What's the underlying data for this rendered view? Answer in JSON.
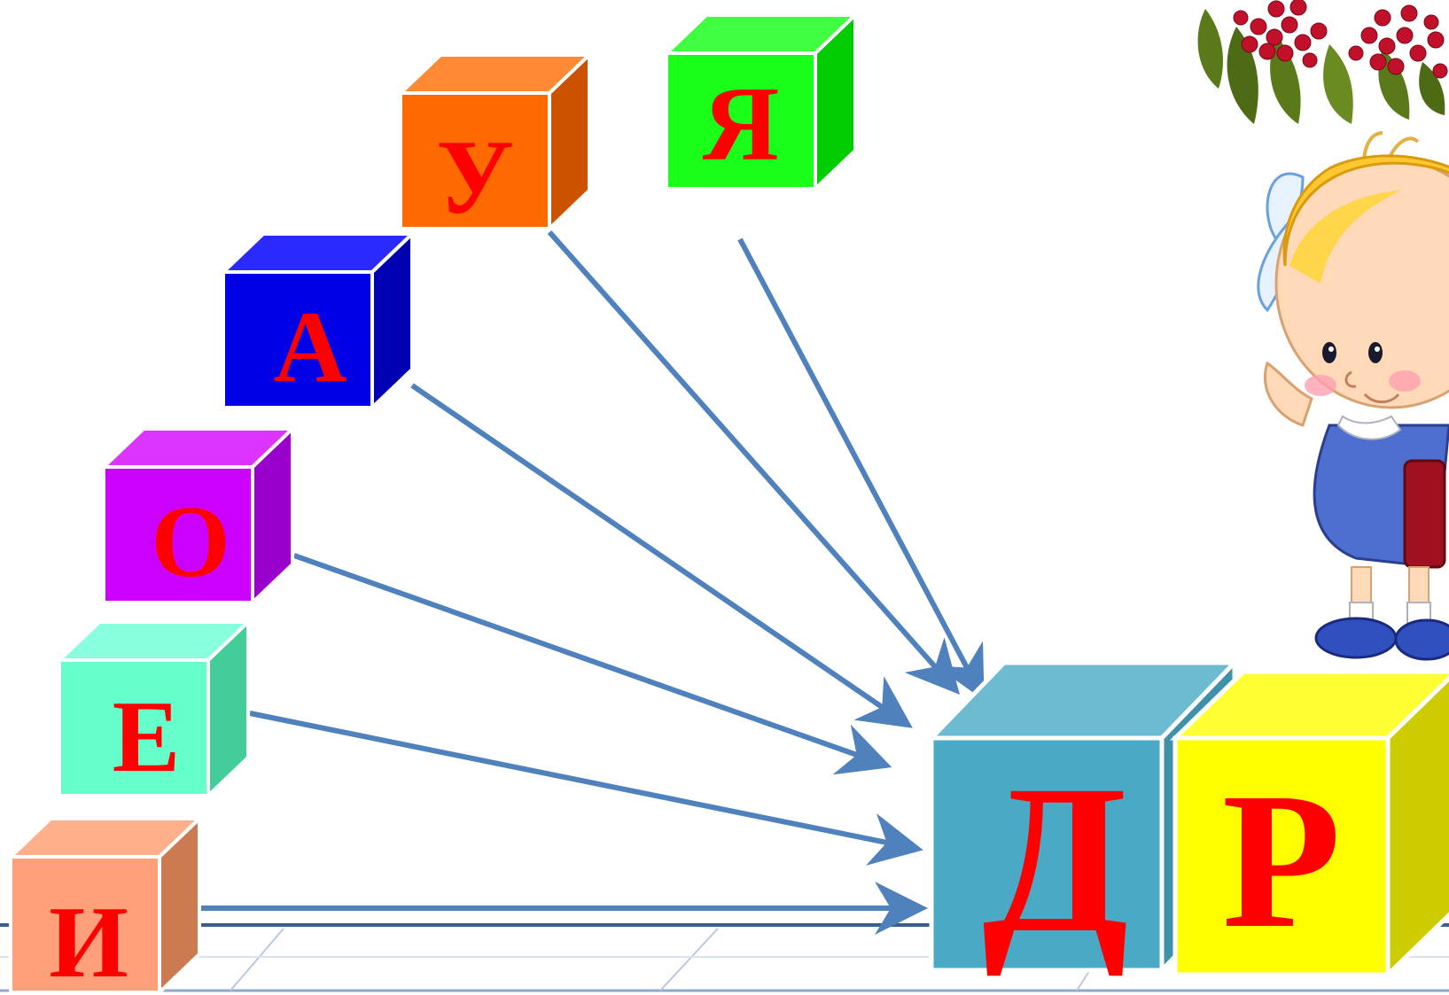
{
  "cubes": [
    {
      "id": "u",
      "letter": "У",
      "front": "#ff6a00",
      "top": "#ff8a33",
      "side": "#cc5200"
    },
    {
      "id": "ya",
      "letter": "Я",
      "front": "#1aff1a",
      "top": "#40ff40",
      "side": "#00cc00"
    },
    {
      "id": "a",
      "letter": "А",
      "front": "#0000e6",
      "top": "#2a2aff",
      "side": "#0000b3"
    },
    {
      "id": "o",
      "letter": "О",
      "front": "#cc00ff",
      "top": "#dd33ff",
      "side": "#9900cc"
    },
    {
      "id": "e",
      "letter": "Е",
      "front": "#66ffcc",
      "top": "#88ffdd",
      "side": "#44cc99"
    },
    {
      "id": "i",
      "letter": "И",
      "front": "#ffa07a",
      "top": "#ffb08a",
      "side": "#cc7a50"
    },
    {
      "id": "d",
      "letter": "Д",
      "front": "#4aaac6",
      "top": "#6cbbd1",
      "side": "#3d91aa"
    },
    {
      "id": "r",
      "letter": "Р",
      "front": "#ffff00",
      "top": "#ffff33",
      "side": "#cccc00"
    }
  ],
  "colors": {
    "arrow": "#4f81bd",
    "floor_line": "#3a5f8f",
    "floor_grid": "#b8c8e0",
    "berry": "#c0102a",
    "leaf": "#5a7a1a"
  },
  "decor": {
    "girl": "girl-with-book-illustration",
    "rowan": "rowan-berries-illustration"
  }
}
